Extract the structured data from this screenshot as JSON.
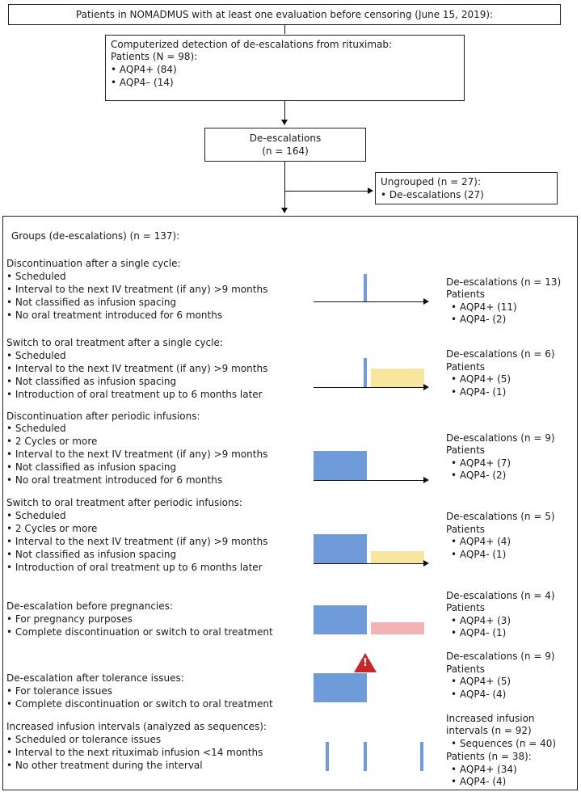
{
  "top_box": {
    "text": "Patients in NOMADMUS with at least one evaluation before censoring (June 15, 2019):"
  },
  "detect_box": {
    "title": "Computerized detection of de-escalations from rituximab:",
    "lines": [
      "Patients (N = 98):",
      "• AQP4+ (84)",
      "• AQP4– (14)"
    ]
  },
  "deesc_box": {
    "title": "De-escalations",
    "count": "(n = 164)"
  },
  "ungrouped_box": {
    "title": "Ungrouped (n = 27):",
    "item": "• De-escalations (27)"
  },
  "groups": {
    "title": "Groups (de-escalations) (n = 137):",
    "items": [
      {
        "heading": "Discontinuation after a single cycle:",
        "bullets": [
          "• Scheduled",
          "• Interval to the next IV treatment (if any) >9 months",
          "• Not classified as infusion spacing",
          "• No oral treatment introduced for 6 months"
        ],
        "result": [
          "De-escalations (n = 13)",
          "Patients",
          "• AQP4+ (11)",
          "• AQP4- (2)"
        ]
      },
      {
        "heading": "Switch to oral treatment after a single cycle:",
        "bullets": [
          "• Scheduled",
          "• Interval to the next IV treatment (if any) >9 months",
          "• Not classified as infusion spacing",
          "• Introduction of oral treatment up to 6 months later"
        ],
        "result": [
          "De-escalations (n = 6)",
          "Patients",
          "• AQP4+ (5)",
          "• AQP4- (1)"
        ]
      },
      {
        "heading": "Discontinuation after periodic infusions:",
        "bullets": [
          "• Scheduled",
          "• 2 Cycles or more",
          "• Interval to the next IV treatment (if any) >9 months",
          "• Not classified as infusion spacing",
          "• No oral treatment introduced for 6 months"
        ],
        "result": [
          "De-escalations (n = 9)",
          "Patients",
          "• AQP4+ (7)",
          "• AQP4- (2)"
        ]
      },
      {
        "heading": "Switch to oral treatment after periodic infusions:",
        "bullets": [
          "• Scheduled",
          "• 2 Cycles or more",
          "• Interval to the next IV treatment (if any) >9 months",
          "• Not classified as infusion spacing",
          "• Introduction of oral treatment up to 6 months later"
        ],
        "result": [
          "De-escalations (n = 5)",
          "Patients",
          "• AQP4+ (4)",
          "• AQP4- (1)"
        ]
      },
      {
        "heading": "De-escalation before pregnancies:",
        "bullets": [
          "• For pregnancy purposes",
          "• Complete discontinuation or switch to oral treatment"
        ],
        "result": [
          "De-escalations (n = 4)",
          "Patients",
          "• AQP4+ (3)",
          "• AQP4- (1)"
        ]
      },
      {
        "heading": "De-escalation after tolerance issues:",
        "bullets": [
          "• For tolerance issues",
          "• Complete discontinuation or switch to oral treatment"
        ],
        "result": [
          "De-escalations (n = 9)",
          "Patients",
          "• AQP4+ (5)",
          "• AQP4- (4)"
        ]
      },
      {
        "heading": "Increased infusion intervals (analyzed as sequences):",
        "bullets": [
          "• Scheduled or tolerance issues",
          "• Interval to the next rituximab infusion <14 months",
          "• No other treatment during the interval"
        ],
        "result": [
          "Increased infusion",
          "intervals (n = 92)",
          "• Sequences (n = 40)",
          "Patients (n = 38):",
          "• AQP4+ (34)",
          "• AQP4- (4)"
        ]
      }
    ]
  },
  "colors": {
    "iv_blue": "#6f9bdb",
    "oral_yellow": "#f8e59e",
    "pregnancy_pink": "#f3b3b3",
    "warning_red": "#c62828"
  },
  "icons": {
    "warning": "warning-triangle-icon"
  }
}
